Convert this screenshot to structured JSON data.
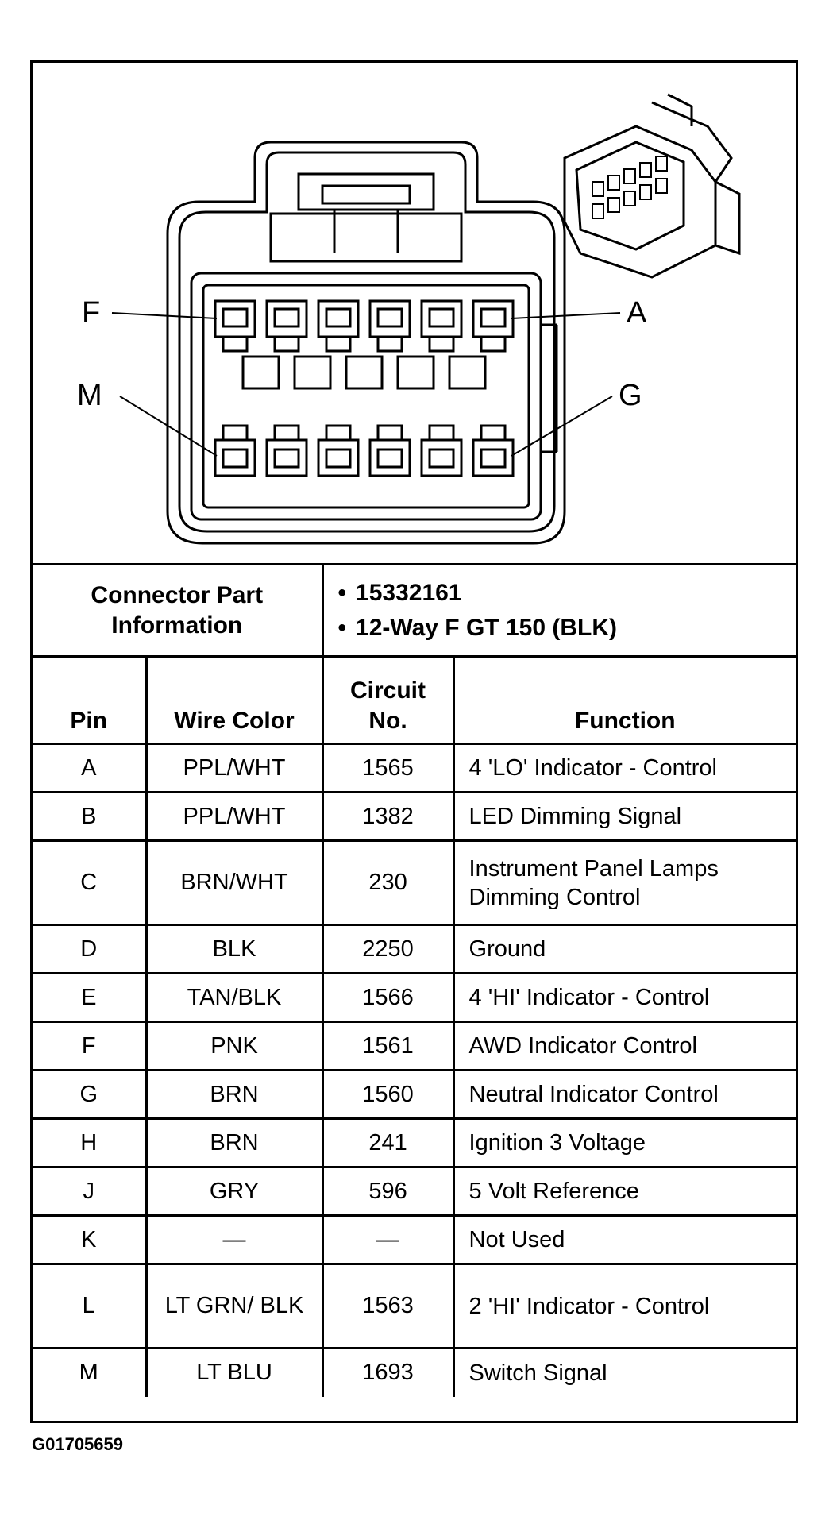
{
  "diagram": {
    "pin_labels": {
      "top_left": "F",
      "top_right": "A",
      "bottom_left": "M",
      "bottom_right": "G"
    }
  },
  "connector_info": {
    "label": "Connector Part Information",
    "values": [
      "15332161",
      "12-Way F GT 150 (BLK)"
    ]
  },
  "table": {
    "headers": {
      "pin": "Pin",
      "wire_color": "Wire Color",
      "circuit": "Circuit No.",
      "function": "Function"
    },
    "rows": [
      {
        "pin": "A",
        "wire": "PPL/WHT",
        "circuit": "1565",
        "function": "4 'LO' Indicator - Control"
      },
      {
        "pin": "B",
        "wire": "PPL/WHT",
        "circuit": "1382",
        "function": "LED Dimming Signal"
      },
      {
        "pin": "C",
        "wire": "BRN/WHT",
        "circuit": "230",
        "function": "Instrument Panel Lamps Dimming Control"
      },
      {
        "pin": "D",
        "wire": "BLK",
        "circuit": "2250",
        "function": "Ground"
      },
      {
        "pin": "E",
        "wire": "TAN/BLK",
        "circuit": "1566",
        "function": "4 'HI' Indicator - Control"
      },
      {
        "pin": "F",
        "wire": "PNK",
        "circuit": "1561",
        "function": "AWD Indicator Control"
      },
      {
        "pin": "G",
        "wire": "BRN",
        "circuit": "1560",
        "function": "Neutral Indicator Control"
      },
      {
        "pin": "H",
        "wire": "BRN",
        "circuit": "241",
        "function": "Ignition 3 Voltage"
      },
      {
        "pin": "J",
        "wire": "GRY",
        "circuit": "596",
        "function": "5 Volt Reference"
      },
      {
        "pin": "K",
        "wire": "—",
        "circuit": "—",
        "function": "Not Used"
      },
      {
        "pin": "L",
        "wire": "LT GRN/ BLK",
        "circuit": "1563",
        "function": "2 'HI' Indicator - Control"
      },
      {
        "pin": "M",
        "wire": "LT BLU",
        "circuit": "1693",
        "function": "Switch Signal"
      }
    ]
  },
  "figure_id": "G01705659"
}
